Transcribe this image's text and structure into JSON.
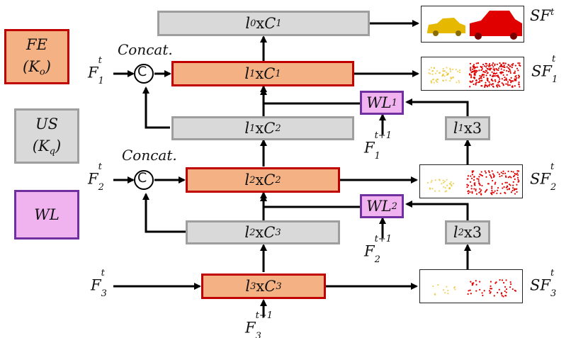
{
  "legend": {
    "fe": {
      "line1": "FE",
      "line2": "(K",
      "sub": "o",
      "line2_end": ")"
    },
    "us": {
      "line1": "US",
      "line2": "(K",
      "sub": "q",
      "line2_end": ")"
    },
    "wl": {
      "label": "WL"
    }
  },
  "concat_label": "Concat.",
  "concat_symbol": "C",
  "blocks": {
    "us_top": {
      "l": "l",
      "ls": "0",
      "x": "x",
      "c": "C",
      "cs": "1"
    },
    "fe_1": {
      "l": "l",
      "ls": "1",
      "x": "x",
      "c": "C",
      "cs": "1"
    },
    "us_1": {
      "l": "l",
      "ls": "1",
      "x": "x",
      "c": "C",
      "cs": "2"
    },
    "fe_2": {
      "l": "l",
      "ls": "2",
      "x": "x",
      "c": "C",
      "cs": "2"
    },
    "us_2": {
      "l": "l",
      "ls": "2",
      "x": "x",
      "c": "C",
      "cs": "3"
    },
    "fe_3": {
      "l": "l",
      "ls": "3",
      "x": "x",
      "c": "C",
      "cs": "3"
    },
    "wl_1": {
      "w": "WL",
      "ws": "1"
    },
    "wl_2": {
      "w": "WL",
      "ws": "2"
    },
    "up_1": {
      "l": "l",
      "ls": "1",
      "x": "x3"
    },
    "up_2": {
      "l": "l",
      "ls": "2",
      "x": "x3"
    }
  },
  "inputs": {
    "f1": {
      "base": "F",
      "sup": "t",
      "sub": "1"
    },
    "f2": {
      "base": "F",
      "sup": "t",
      "sub": "2"
    },
    "f3": {
      "base": "F",
      "sup": "t",
      "sub": "3"
    },
    "f1n": {
      "base": "F",
      "sup": "t+1",
      "sub": "1"
    },
    "f2n": {
      "base": "F",
      "sup": "t+1",
      "sub": "2"
    },
    "f3n": {
      "base": "F",
      "sup": "t+1",
      "sub": "3"
    }
  },
  "outputs": {
    "sf": {
      "base": "SF",
      "sup": "t",
      "sub": ""
    },
    "sf1": {
      "base": "SF",
      "sup": "t",
      "sub": "1"
    },
    "sf2": {
      "base": "SF",
      "sup": "t",
      "sub": "2"
    },
    "sf3": {
      "base": "SF",
      "sup": "t",
      "sub": "3"
    }
  },
  "colors": {
    "fe_fill": "#f4b183",
    "fe_border": "#c00000",
    "us_fill": "#d9d9d9",
    "us_border": "#9e9e9e",
    "wl_fill": "#f0b3f0",
    "wl_border": "#7030a0",
    "car_yellow": "#e6b800",
    "car_red": "#e00000"
  }
}
